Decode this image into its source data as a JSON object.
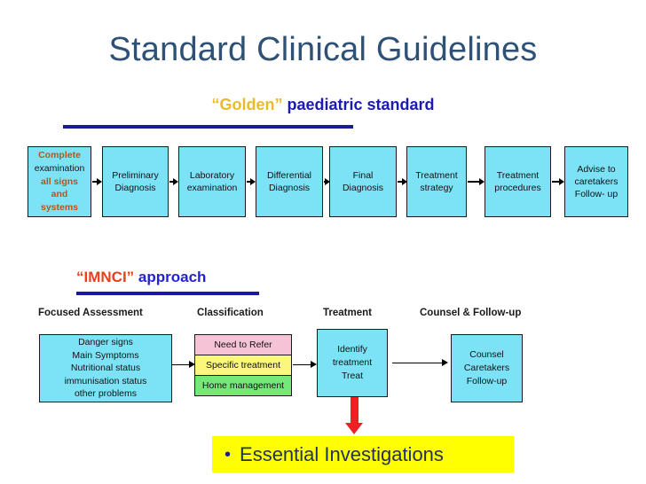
{
  "slide": {
    "title": "Standard Clinical Guidelines",
    "subtitle": {
      "quoted": "“Golden”",
      "rest": " paediatric standard",
      "quoted_color": "#e8bb2c",
      "rest_color": "#1b1bb3"
    },
    "title_color": "#2e5175",
    "background": "#ffffff",
    "rule_color": "#1a1a9e"
  },
  "golden_flow": {
    "box_fill": "#7ce3f7",
    "steps": [
      {
        "id": "complete-examination",
        "lines": [
          {
            "text": "Complete",
            "style": "accent"
          },
          {
            "text": "examination",
            "style": "plain"
          },
          {
            "text": "all signs",
            "style": "accent"
          },
          {
            "text": "and",
            "style": "accent"
          },
          {
            "text": "systems",
            "style": "accent"
          }
        ],
        "accent_color": "#b4551f"
      },
      {
        "id": "preliminary-diagnosis",
        "text": "Preliminary\nDiagnosis"
      },
      {
        "id": "laboratory-examination",
        "text": "Laboratory\nexamination"
      },
      {
        "id": "differential-diagnosis",
        "text": "Differential\nDiagnosis"
      },
      {
        "id": "final-diagnosis",
        "text": "Final\nDiagnosis"
      },
      {
        "id": "treatment-strategy",
        "text": "Treatment\nstrategy"
      },
      {
        "id": "treatment-procedures",
        "text": "Treatment\nprocedures"
      },
      {
        "id": "advise-caretakers",
        "text": "Advise to\ncaretakers\nFollow- up"
      }
    ]
  },
  "imnci": {
    "heading": {
      "quoted": "“IMNCI”",
      "rest": " approach",
      "quoted_color": "#e8401b",
      "rest_color": "#2424cf"
    },
    "captions": [
      {
        "id": "focused-assessment",
        "label": "Focused Assessment"
      },
      {
        "id": "classification",
        "label": "Classification"
      },
      {
        "id": "treatment",
        "label": "Treatment"
      },
      {
        "id": "counsel-follow-up",
        "label": "Counsel & Follow-up"
      }
    ],
    "focused_assessment": {
      "fill": "#7ce3f7",
      "items": [
        "Danger signs",
        "Main Symptoms",
        "Nutritional status",
        "immunisation status",
        "other problems"
      ]
    },
    "classification": {
      "bands": [
        {
          "label": "Need to Refer",
          "color": "#f6c3d6"
        },
        {
          "label": "Specific treatment",
          "color": "#fbf77d"
        },
        {
          "label": "Home management",
          "color": "#74e878"
        }
      ]
    },
    "treatment": {
      "fill": "#7ce3f7",
      "items": [
        "Identify",
        "treatment",
        "Treat"
      ]
    },
    "counsel": {
      "fill": "#7ce3f7",
      "items": [
        "Counsel",
        "Caretakers",
        "Follow-up"
      ]
    },
    "red_arrow_color": "#ed2024"
  },
  "banner": {
    "bullet": "•",
    "text": "Essential Investigations",
    "background": "#ffff00",
    "text_color": "#22315c"
  }
}
